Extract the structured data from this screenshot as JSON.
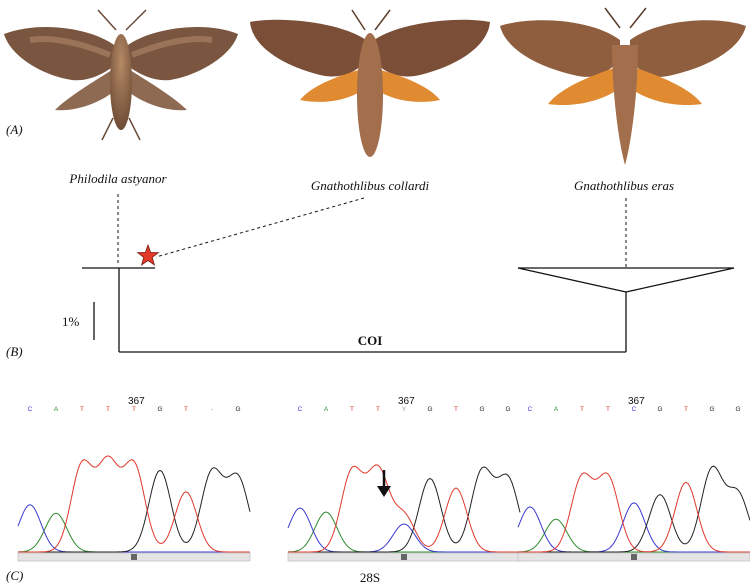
{
  "panels": {
    "a": "(A)",
    "b": "(B)",
    "c": "(C)"
  },
  "species": [
    {
      "name": "Philodila astyanor"
    },
    {
      "name": "Gnathothlibus collardi"
    },
    {
      "name": "Gnathothlibus eras"
    }
  ],
  "tree": {
    "scale_label": "1%",
    "gene_label": "COI"
  },
  "chromatograms": {
    "gene_label": "28S",
    "position": "367",
    "tracks": [
      {
        "bases": [
          "C",
          "A",
          "T",
          "T",
          "T",
          "G",
          "T",
          "-",
          "G"
        ]
      },
      {
        "bases": [
          "C",
          "A",
          "T",
          "T",
          "Y",
          "G",
          "T",
          "G",
          "G"
        ]
      },
      {
        "bases": [
          "C",
          "A",
          "T",
          "T",
          "C",
          "G",
          "T",
          "G",
          "G"
        ]
      }
    ]
  },
  "colors": {
    "A": "#2e8b2e",
    "C": "#3a3ad0",
    "G": "#222222",
    "T": "#e0392c",
    "ambiguous": "#9a9a9a",
    "star": "#e23a2a",
    "moth_dark": "#6b4a36",
    "moth_light": "#a07a5c",
    "hindwing_orange": "#e08a32"
  }
}
